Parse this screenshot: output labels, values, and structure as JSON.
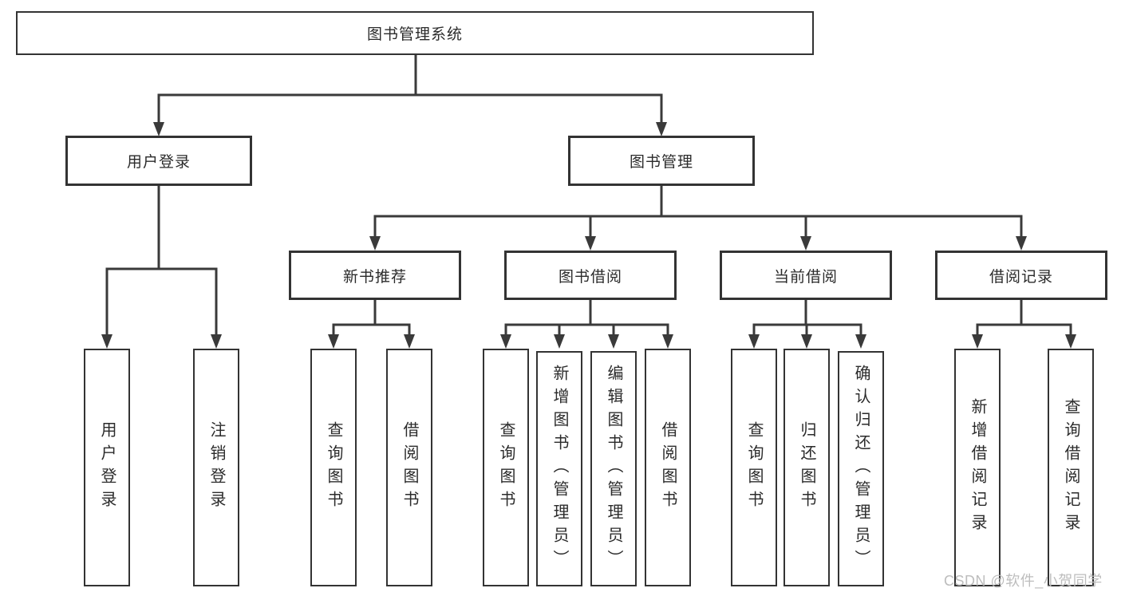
{
  "diagram": {
    "root_label": "图书管理系统",
    "level2": {
      "user_login": "用户登录",
      "book_mgmt": "图书管理"
    },
    "level3": {
      "new_books": "新书推荐",
      "book_borrow": "图书借阅",
      "current_borrow": "当前借阅",
      "borrow_records": "借阅记录"
    },
    "leaves": {
      "user_login_leaves": [
        "用户登录",
        "注销登录"
      ],
      "new_books_leaves": [
        "查询图书",
        "借阅图书"
      ],
      "book_borrow_leaves": [
        "查询图书",
        "新增图书（管理员）",
        "编辑图书（管理员）",
        "借阅图书"
      ],
      "current_borrow_leaves": [
        "查询图书",
        "归还图书",
        "确认归还（管理员）"
      ],
      "borrow_records_leaves": [
        "新增借阅记录",
        "查询借阅记录"
      ]
    },
    "colors": {
      "line": "#3a3a3a",
      "box_border": "#333333",
      "text": "#2b2b2b",
      "watermark": "#bdbdbd",
      "background": "#ffffff"
    }
  },
  "watermark_text": "CSDN @软件_小贺同学"
}
